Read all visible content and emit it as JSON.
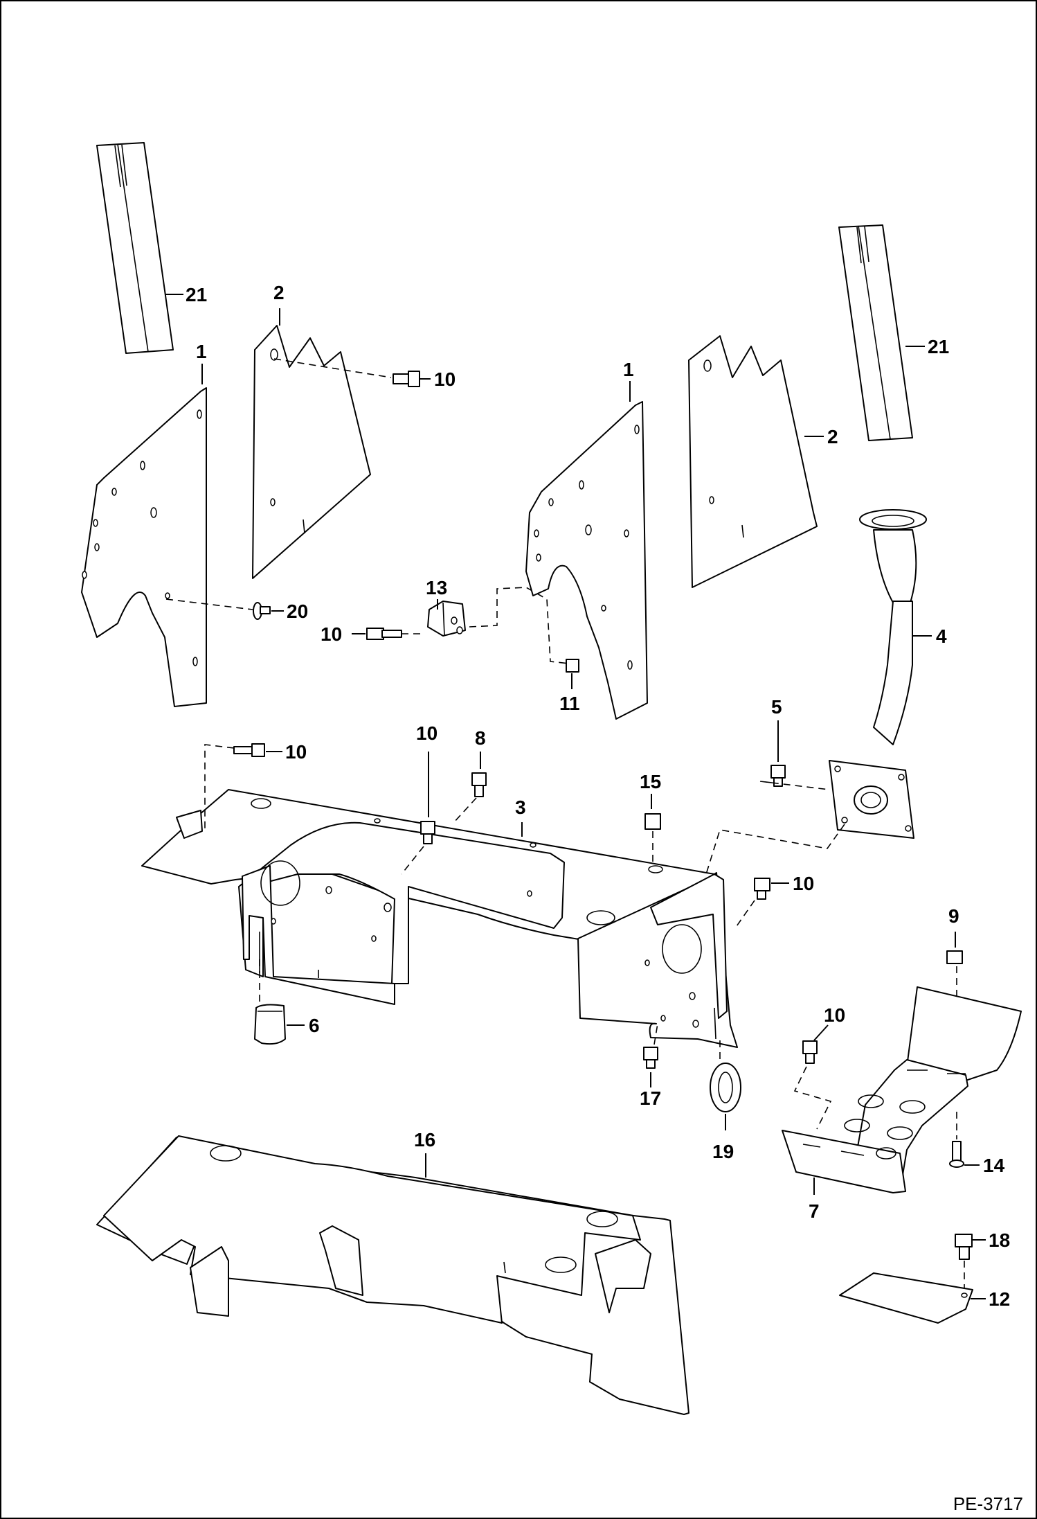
{
  "callouts": {
    "c1": "1",
    "c2": "2",
    "c3": "3",
    "c4": "4",
    "c5": "5",
    "c6": "6",
    "c7": "7",
    "c8": "8",
    "c9": "9",
    "c10": "10",
    "c11": "11",
    "c12": "12",
    "c13": "13",
    "c14": "14",
    "c15": "15",
    "c16": "16",
    "c17": "17",
    "c18": "18",
    "c19": "19",
    "c20": "20",
    "c21": "21"
  },
  "figure_code": "PE-3717"
}
